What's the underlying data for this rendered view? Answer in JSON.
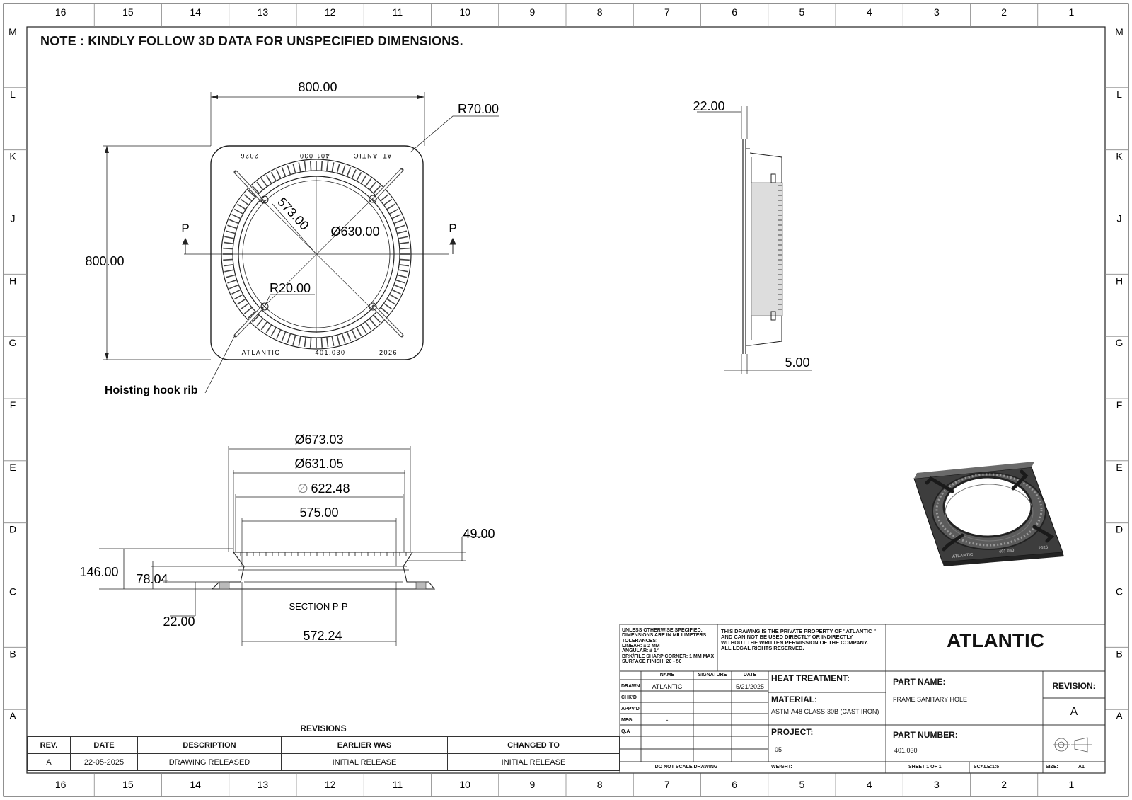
{
  "border": {
    "top_numbers": [
      "16",
      "15",
      "14",
      "13",
      "12",
      "11",
      "10",
      "9",
      "8",
      "7",
      "6",
      "5",
      "4",
      "3",
      "2",
      "1"
    ],
    "side_letters": [
      "M",
      "L",
      "K",
      "J",
      "H",
      "G",
      "F",
      "E",
      "D",
      "C",
      "B",
      "A"
    ]
  },
  "note": "NOTE : KINDLY FOLLOW 3D DATA FOR UNSPECIFIED DIMENSIONS.",
  "top_view": {
    "dim_width": "800.00",
    "dim_height": "800.00",
    "dim_corner_radius": "R70.00",
    "dim_inner": "573.00",
    "dim_diameter": "Ø630.00",
    "dim_small_radius": "R20.00",
    "section_marker": "P",
    "emboss_top": [
      "ATLANTIC",
      "401.030",
      "2026"
    ],
    "emboss_bottom": [
      "ATLANTIC",
      "401.030",
      "2026"
    ],
    "callout": "Hoisting hook rib"
  },
  "side_view": {
    "dim_top": "22.00",
    "dim_bottom": "5.00"
  },
  "section_view": {
    "dim_d1": "Ø673.03",
    "dim_d2": "Ø631.05",
    "dim_d3_symbol": "∅",
    "dim_d3": "622.48",
    "dim_575": "575.00",
    "dim_49": "49.00",
    "dim_146": "146.00",
    "dim_78": "78.04",
    "dim_22": "22.00",
    "label": "SECTION P-P",
    "dim_bottom": "572.24"
  },
  "revisions": {
    "title": "REVISIONS",
    "headers": [
      "REV.",
      "DATE",
      "DESCRIPTION",
      "EARLIER WAS",
      "CHANGED TO"
    ],
    "rows": [
      [
        "A",
        "22-05-2025",
        "DRAWING RELEASED",
        "INITIAL RELEASE",
        "INITIAL RELEASE"
      ]
    ]
  },
  "title_block": {
    "tolerance_note": [
      "UNLESS OTHERWISE SPECIFIED:",
      "DIMENSIONS ARE IN MILLIMETERS",
      "TOLERANCES:",
      "LINEAR: ± 2 MM",
      "ANGULAR: ± 1°",
      "BRK/FILE SHARP CORNER: 1 MM MAX",
      "SURFACE FINISH: 20 - 50"
    ],
    "property_note": [
      "THIS DRAWING IS THE PRIVATE PROPERTY OF \"ATLANTIC \"",
      "AND CAN NOT BE USED DIRECTLY OR INDIRECTLY",
      "WITHOUT THE WRITTEN PERMISSION  OF THE COMPANY.",
      "ALL LEGAL RIGHTS RESERVED."
    ],
    "company": "ATLANTIC",
    "col_name": "NAME",
    "col_signature": "SIGNATURE",
    "col_date": "DATE",
    "row_labels": [
      "DRAWN",
      "CHK'D",
      "APPV'D",
      "MFG",
      "Q.A"
    ],
    "drawn_name": "ATLANTIC",
    "drawn_date": "5/21/2025",
    "mfg_name": "-",
    "heat_treatment_label": "HEAT TREATMENT:",
    "material_label": "MATERIAL:",
    "material_value": "ASTM-A48 CLASS-30B (CAST IRON)",
    "project_label": "PROJECT:",
    "project_value": "05",
    "part_name_label": "PART NAME:",
    "part_name_value": "FRAME SANITARY HOLE",
    "part_number_label": "PART NUMBER:",
    "part_number_value": "401.030",
    "revision_label": "REVISION:",
    "revision_value": "A",
    "do_not_scale": "DO NOT SCALE DRAWING",
    "weight_label": "WEIGHT:",
    "sheet": "SHEET 1 OF 1",
    "scale": "SCALE:1:5",
    "size_label": "SIZE:",
    "size_value": "A1"
  }
}
